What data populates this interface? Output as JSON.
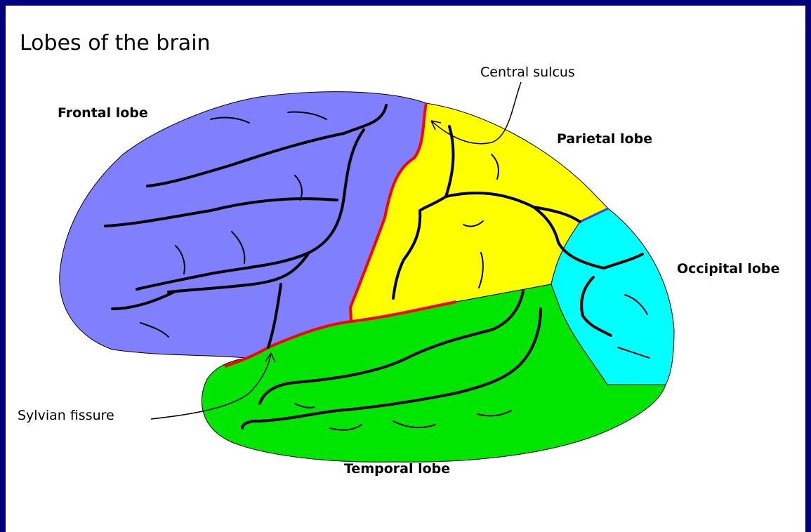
{
  "title": "Lobes of the brain",
  "lobes": {
    "frontal": {
      "label": "Frontal lobe",
      "color": "#8080ff"
    },
    "parietal": {
      "label": "Parietal lobe",
      "color": "#ffff00"
    },
    "occipital": {
      "label": "Occipital lobe",
      "color": "#00ffff"
    },
    "temporal": {
      "label": "Temporal lobe",
      "color": "#00e600"
    }
  },
  "callouts": {
    "central_sulcus": "Central sulcus",
    "sylvian_fissure": "Sylvian fissure"
  },
  "colors": {
    "frame": "#000080",
    "boundary": "#ff0000"
  }
}
